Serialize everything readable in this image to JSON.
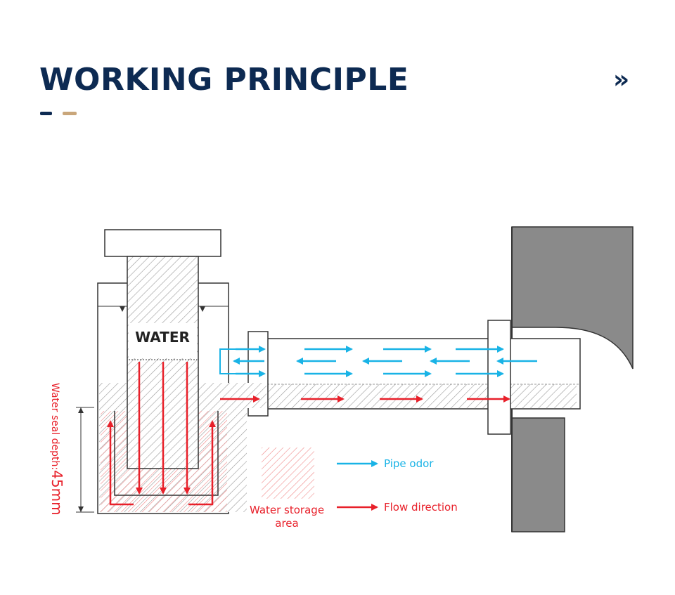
{
  "header": {
    "title": "WORKING PRINCIPLE",
    "more_icon_glyph": "»"
  },
  "diagram": {
    "water_label": "WATER",
    "seal_depth_label": "Water seal depth:",
    "seal_depth_value": "45mm",
    "legend": {
      "storage_label_line1": "Water storage",
      "storage_label_line2": "area",
      "odor_label": "Pipe odor",
      "flow_label": "Flow direction"
    },
    "colors": {
      "odor": "#19b3e6",
      "flow": "#e8202a",
      "wall": "#8a8a8a",
      "title": "#0d2a52",
      "accent": "#c9a67a"
    }
  }
}
